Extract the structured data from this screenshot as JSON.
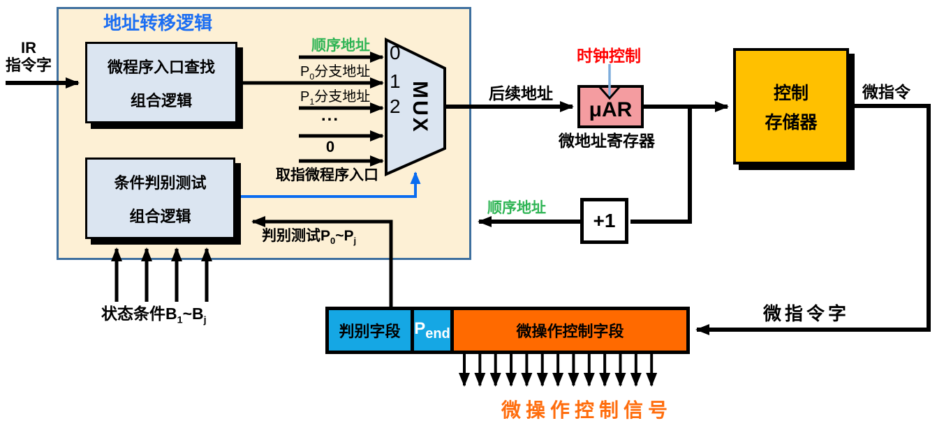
{
  "colors": {
    "panel_fill": "#FDF0D5",
    "panel_border": "#3D6F9E",
    "logic_box_fill": "#DBE5F1",
    "mux_fill": "#DBE5F1",
    "uar_fill": "#F49CA0",
    "ctrl_mem_fill": "#FFC000",
    "plus1_fill": "#FFFFFF",
    "reg_blue": "#15A7E4",
    "reg_orange": "#FF6A00",
    "signal_orange": "#FF6D0D",
    "title_blue": "#1C6EF2",
    "green": "#2EB454",
    "red": "#FF0000",
    "select_blue": "#0A6CF0",
    "clock_line": "#7EADDC"
  },
  "ir": {
    "line1": "IR",
    "line2": "指令字"
  },
  "panel": {
    "title": "地址转移逻辑"
  },
  "entry_box": {
    "line1": "微程序入口查找",
    "line2": "组合逻辑"
  },
  "cond_box": {
    "line1": "条件判别测试",
    "line2": "组合逻辑"
  },
  "mux": {
    "label": "MUX",
    "in0": "0",
    "in1": "1",
    "in2": "2"
  },
  "mux_inputs": {
    "seq_addr": "顺序地址",
    "p0": {
      "base": "P",
      "sub": "0",
      "rest": "分支地址"
    },
    "p1": {
      "base": "P",
      "sub": "1",
      "rest": "分支地址"
    },
    "ellipsis": "...",
    "zero": "0",
    "fetch_entry": "取指微程序入口"
  },
  "flow_labels": {
    "next_addr": "后续地址",
    "clock": "时钟控制",
    "uar": "μAR",
    "uar_caption": "微地址寄存器",
    "plus1": "+1",
    "seq_addr": "顺序地址",
    "micro_insn": "微指令",
    "micro_insn_word": "微指令字",
    "test": {
      "pre": "判别测试P",
      "sub1": "0",
      "mid": "~P",
      "sub2": "j"
    },
    "status": {
      "pre": "状态条件B",
      "sub1": "1",
      "mid": "~B",
      "sub2": "j"
    },
    "signals_out": "微操作控制信号"
  },
  "ctrl_mem": {
    "line1": "控制",
    "line2": "存储器"
  },
  "register": {
    "field1": "判别字段",
    "field2": {
      "base": "P",
      "sub": "end"
    },
    "field3": "微操作控制字段"
  },
  "signal_arrows": {
    "count": 13
  },
  "status_arrows": {
    "count": 4
  }
}
